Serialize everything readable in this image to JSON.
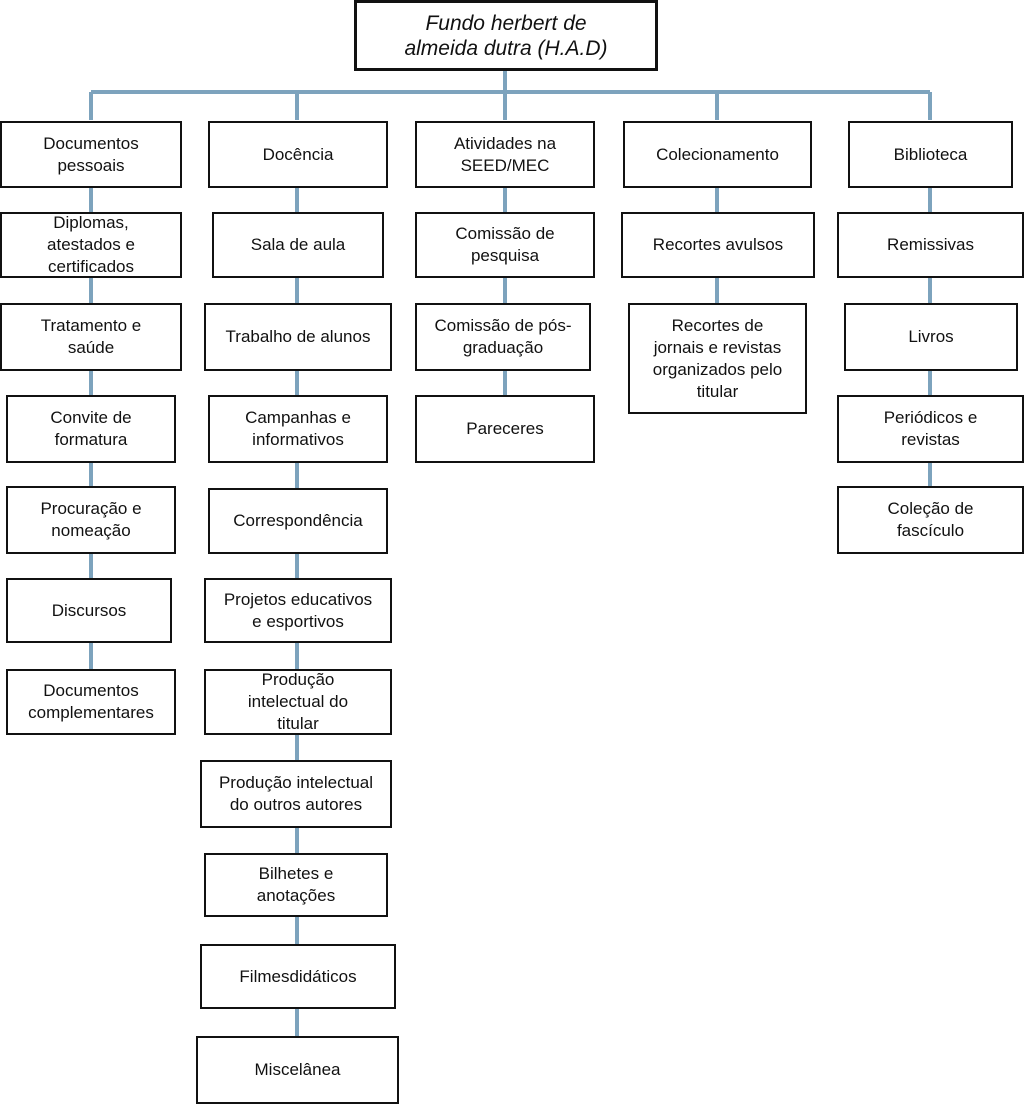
{
  "root": {
    "label": "Fundo herbert de\nalmeida dutra (H.A.D)"
  },
  "connector_color": "#7da3bd",
  "columns": [
    {
      "title": "Documentos\npessoais",
      "items": [
        "Diplomas,\natestados e\ncertificados",
        "Tratamento e\nsaúde",
        "Convite de\nformatura",
        "Procuração e\nnomeação",
        "Discursos",
        "Documentos\ncomplementares"
      ]
    },
    {
      "title": "Docência",
      "items": [
        "Sala de aula",
        "Trabalho de alunos",
        "Campanhas e\ninformativos",
        "Correspondência",
        "Projetos educativos\ne esportivos",
        "Produção\nintelectual do\ntitular",
        "Produção intelectual\ndo outros autores",
        "Bilhetes e\nanotações",
        "Filmesdidáticos",
        "Miscelânea"
      ]
    },
    {
      "title": "Atividades na\nSEED/MEC",
      "items": [
        "Comissão de\npesquisa",
        "Comissão de pós-\ngraduação",
        "Pareceres"
      ]
    },
    {
      "title": "Colecionamento",
      "items": [
        "Recortes avulsos",
        "Recortes de\njornais e revistas\norganizados pelo\ntitular"
      ]
    },
    {
      "title": "Biblioteca",
      "items": [
        "Remissivas",
        "Livros",
        "Periódicos e\nrevistas",
        "Coleção de\nfascículo"
      ]
    }
  ]
}
